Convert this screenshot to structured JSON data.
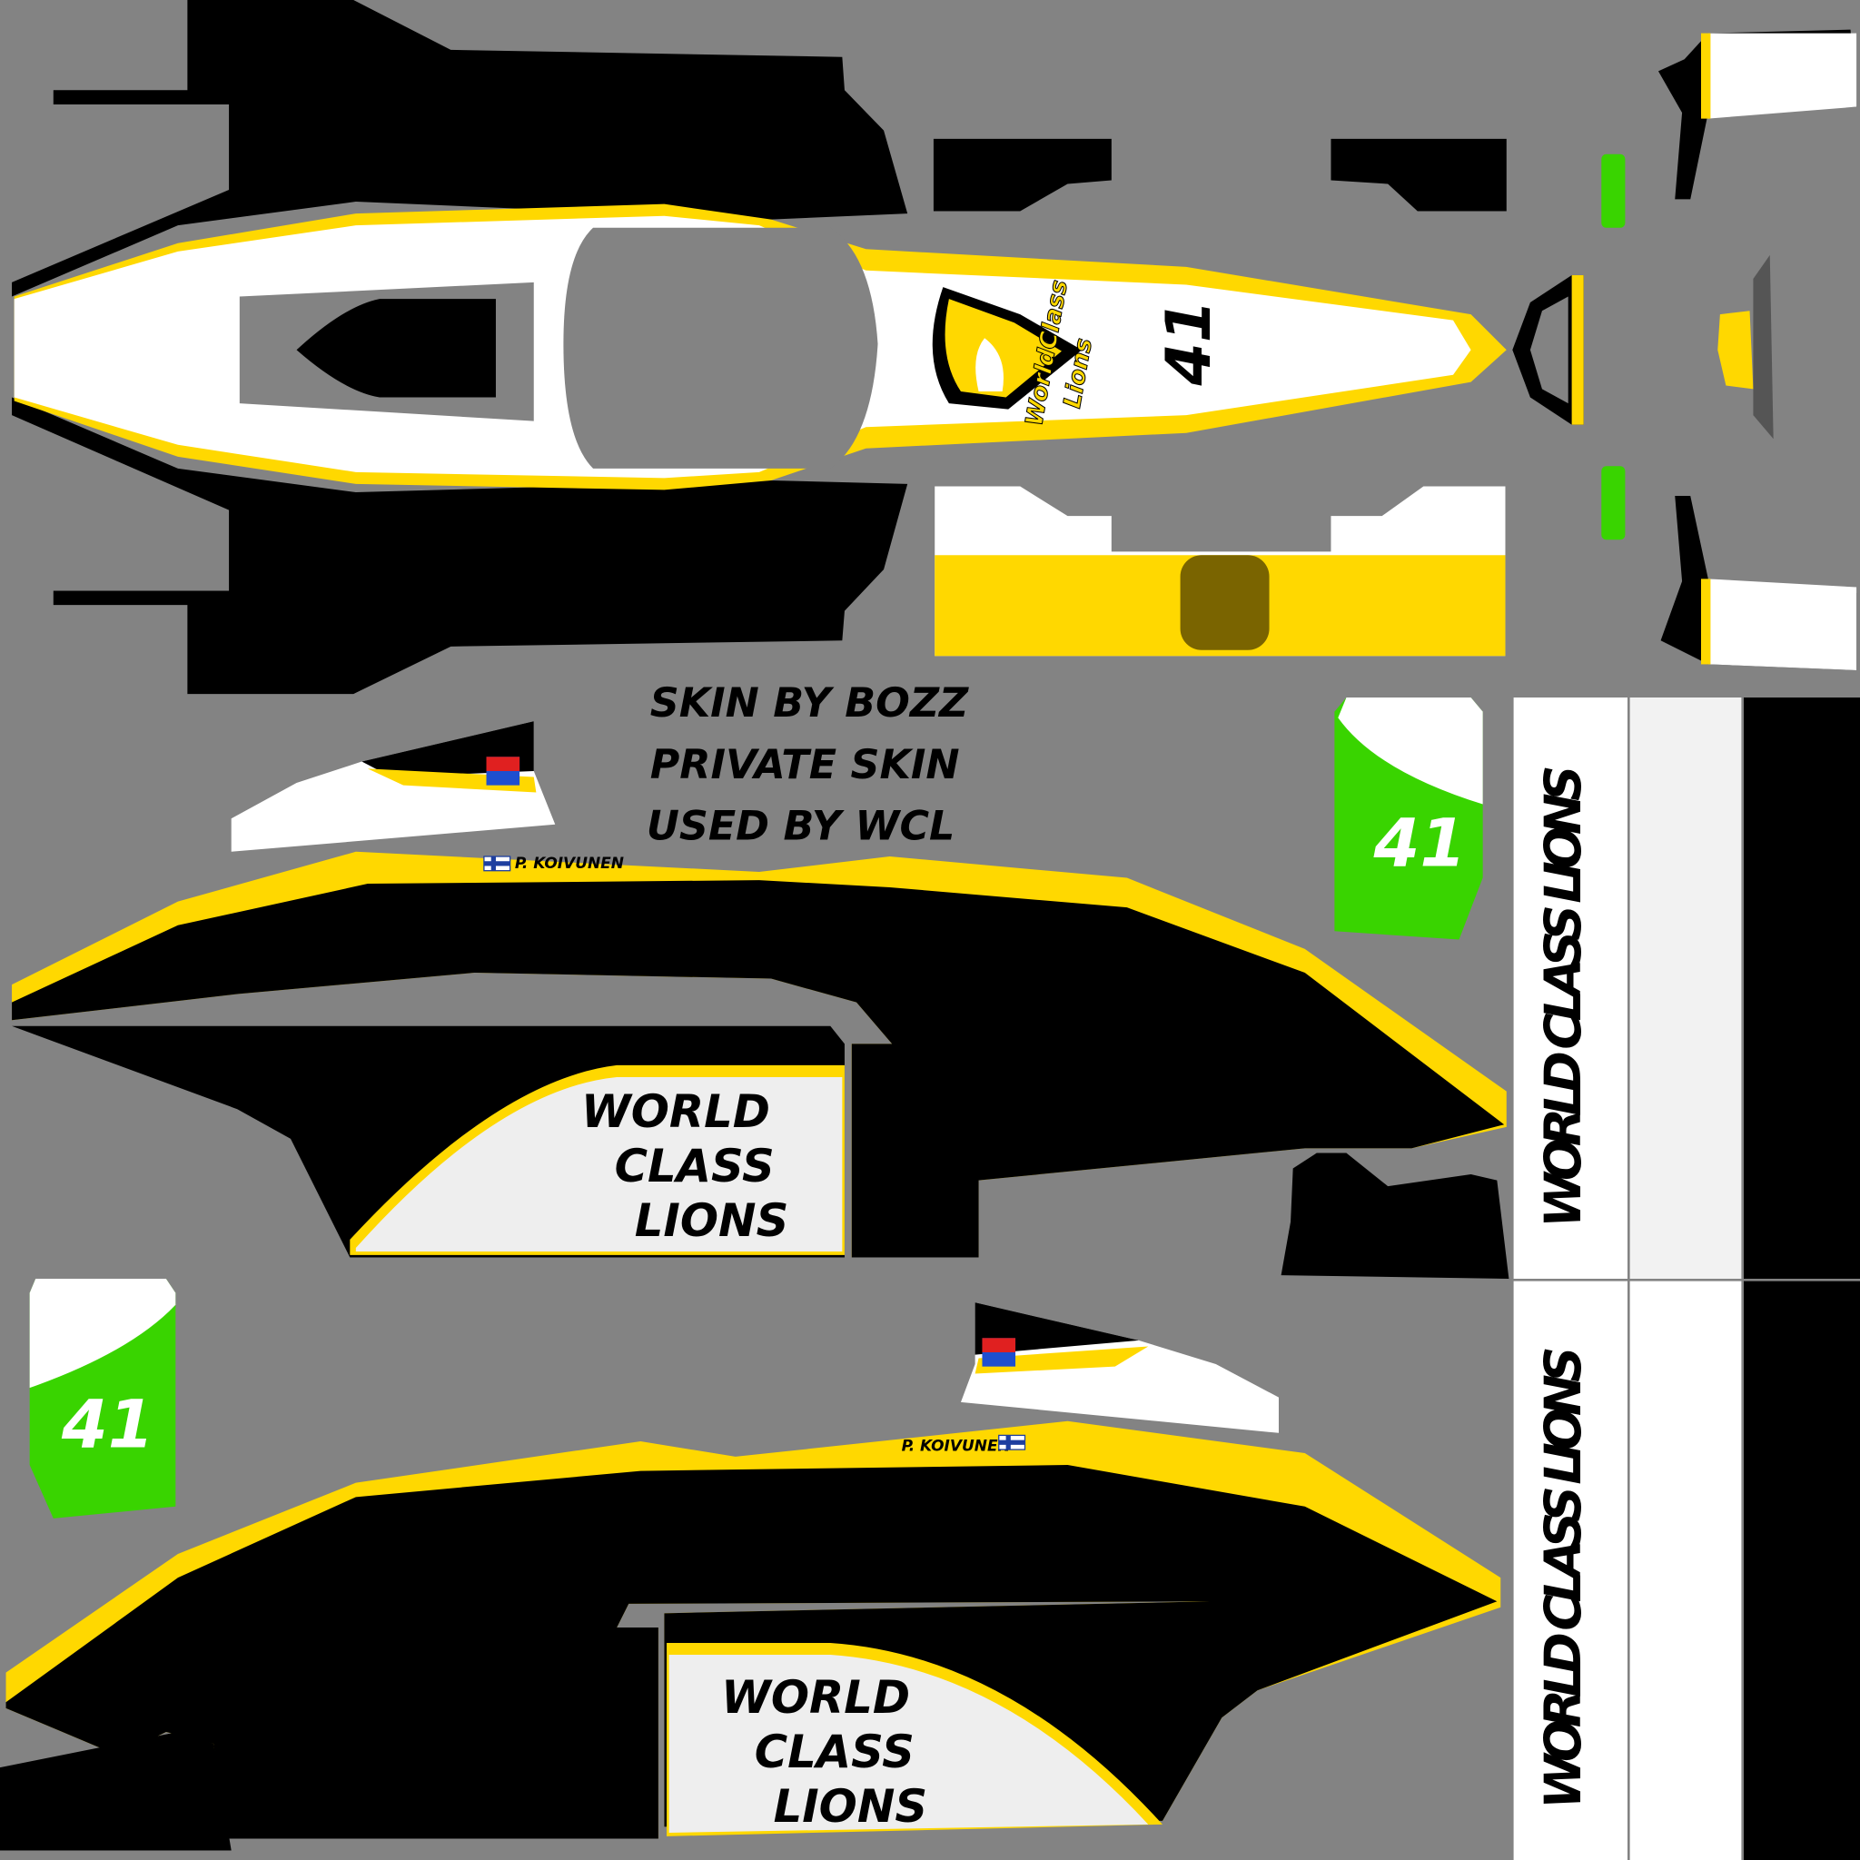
{
  "credits": [
    "SKIN BY BOZZ",
    "PRIVATE SKIN",
    "USED BY WCL"
  ],
  "car_number": "41",
  "driver_name": "P. KOIVUNEN",
  "team_lines": [
    "WORLD",
    "CLASS",
    "LIONS"
  ],
  "team_banner": "WORLD CLASS LIONS",
  "logo_text": [
    "WorldClass",
    "Lions"
  ],
  "colors": {
    "background": "#838383",
    "black": "#000000",
    "white": "#ffffff",
    "yellow": "#ffd800",
    "green": "#39d400",
    "dark_yellow": "#7a6400"
  }
}
